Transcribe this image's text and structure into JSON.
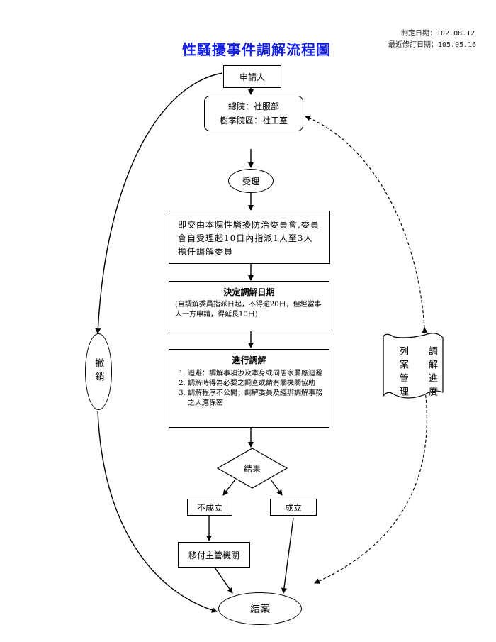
{
  "header": {
    "established_date": "制定日期：102.08.12",
    "revised_date": "最近修訂日期：105.05.16",
    "title": "性騷擾事件調解流程圖"
  },
  "nodes": {
    "applicant": "申請人",
    "hq_line1": "總院：社服部",
    "hq_line2": "樹孝院區：社工室",
    "accept": "受理",
    "committee": "即交由本院性騷擾防治委員會,委員會自受理起10日內指派1人至3人擔任調解委員",
    "decide_title": "決定調解日期",
    "decide_note": "(自調解委員指派日起，不得逾20日，但經當事人一方申請，得延長10日)",
    "mediation_title": "進行調解",
    "mediation_items": [
      "迴避：調解事項涉及本身或同居家屬應迴避",
      "調解時得為必要之調查或請有關機關協助",
      "調解程序不公開；調解委員及經辦調解事務之人應保密"
    ],
    "result": "結果",
    "fail": "不成立",
    "success": "成立",
    "transfer": "移付主管機關",
    "close": "結案",
    "withdraw": "撤銷",
    "progress_a": "調解進度",
    "progress_b": "列案管理"
  }
}
